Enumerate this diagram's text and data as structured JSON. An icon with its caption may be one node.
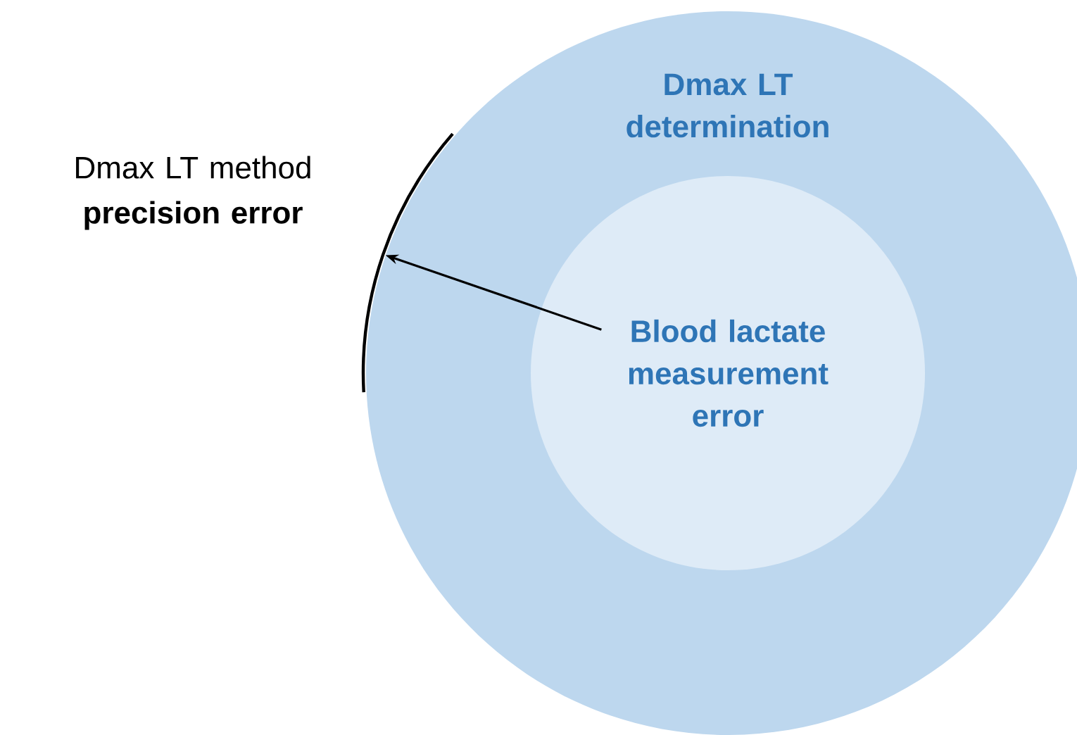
{
  "diagram": {
    "nodes": [
      {
        "text": [
          "Dmax LT determination"
        ]
      },
      {
        "text": [
          "Blood lactate measurement error"
        ],
        "in": 0
      }
    ],
    "edges": [
      {
        "from": 1,
        "to": 0,
        "arrow": "to"
      }
    ],
    "labels": [
      "Dmax LT method **precision error**"
    ]
  }
}
